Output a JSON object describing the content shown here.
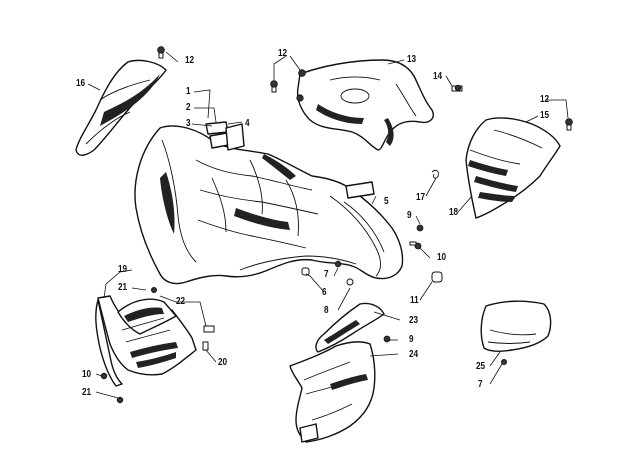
{
  "callouts": [
    {
      "id": "c1",
      "text": "1"
    },
    {
      "id": "c2",
      "text": "2"
    },
    {
      "id": "c3",
      "text": "3"
    },
    {
      "id": "c4",
      "text": "4"
    },
    {
      "id": "c5",
      "text": "5"
    },
    {
      "id": "c6",
      "text": "6"
    },
    {
      "id": "c7a",
      "text": "7"
    },
    {
      "id": "c7b",
      "text": "7"
    },
    {
      "id": "c8",
      "text": "8"
    },
    {
      "id": "c9a",
      "text": "9"
    },
    {
      "id": "c9b",
      "text": "9"
    },
    {
      "id": "c10a",
      "text": "10"
    },
    {
      "id": "c10b",
      "text": "10"
    },
    {
      "id": "c11",
      "text": "11"
    },
    {
      "id": "c12a",
      "text": "12"
    },
    {
      "id": "c12b",
      "text": "12"
    },
    {
      "id": "c12c",
      "text": "12"
    },
    {
      "id": "c13",
      "text": "13"
    },
    {
      "id": "c14",
      "text": "14"
    },
    {
      "id": "c15",
      "text": "15"
    },
    {
      "id": "c16",
      "text": "16"
    },
    {
      "id": "c17",
      "text": "17"
    },
    {
      "id": "c18",
      "text": "18"
    },
    {
      "id": "c19",
      "text": "19"
    },
    {
      "id": "c20",
      "text": "20"
    },
    {
      "id": "c21a",
      "text": "21"
    },
    {
      "id": "c21b",
      "text": "21"
    },
    {
      "id": "c22",
      "text": "22"
    },
    {
      "id": "c23",
      "text": "23"
    },
    {
      "id": "c24",
      "text": "24"
    },
    {
      "id": "c25",
      "text": "25"
    }
  ]
}
